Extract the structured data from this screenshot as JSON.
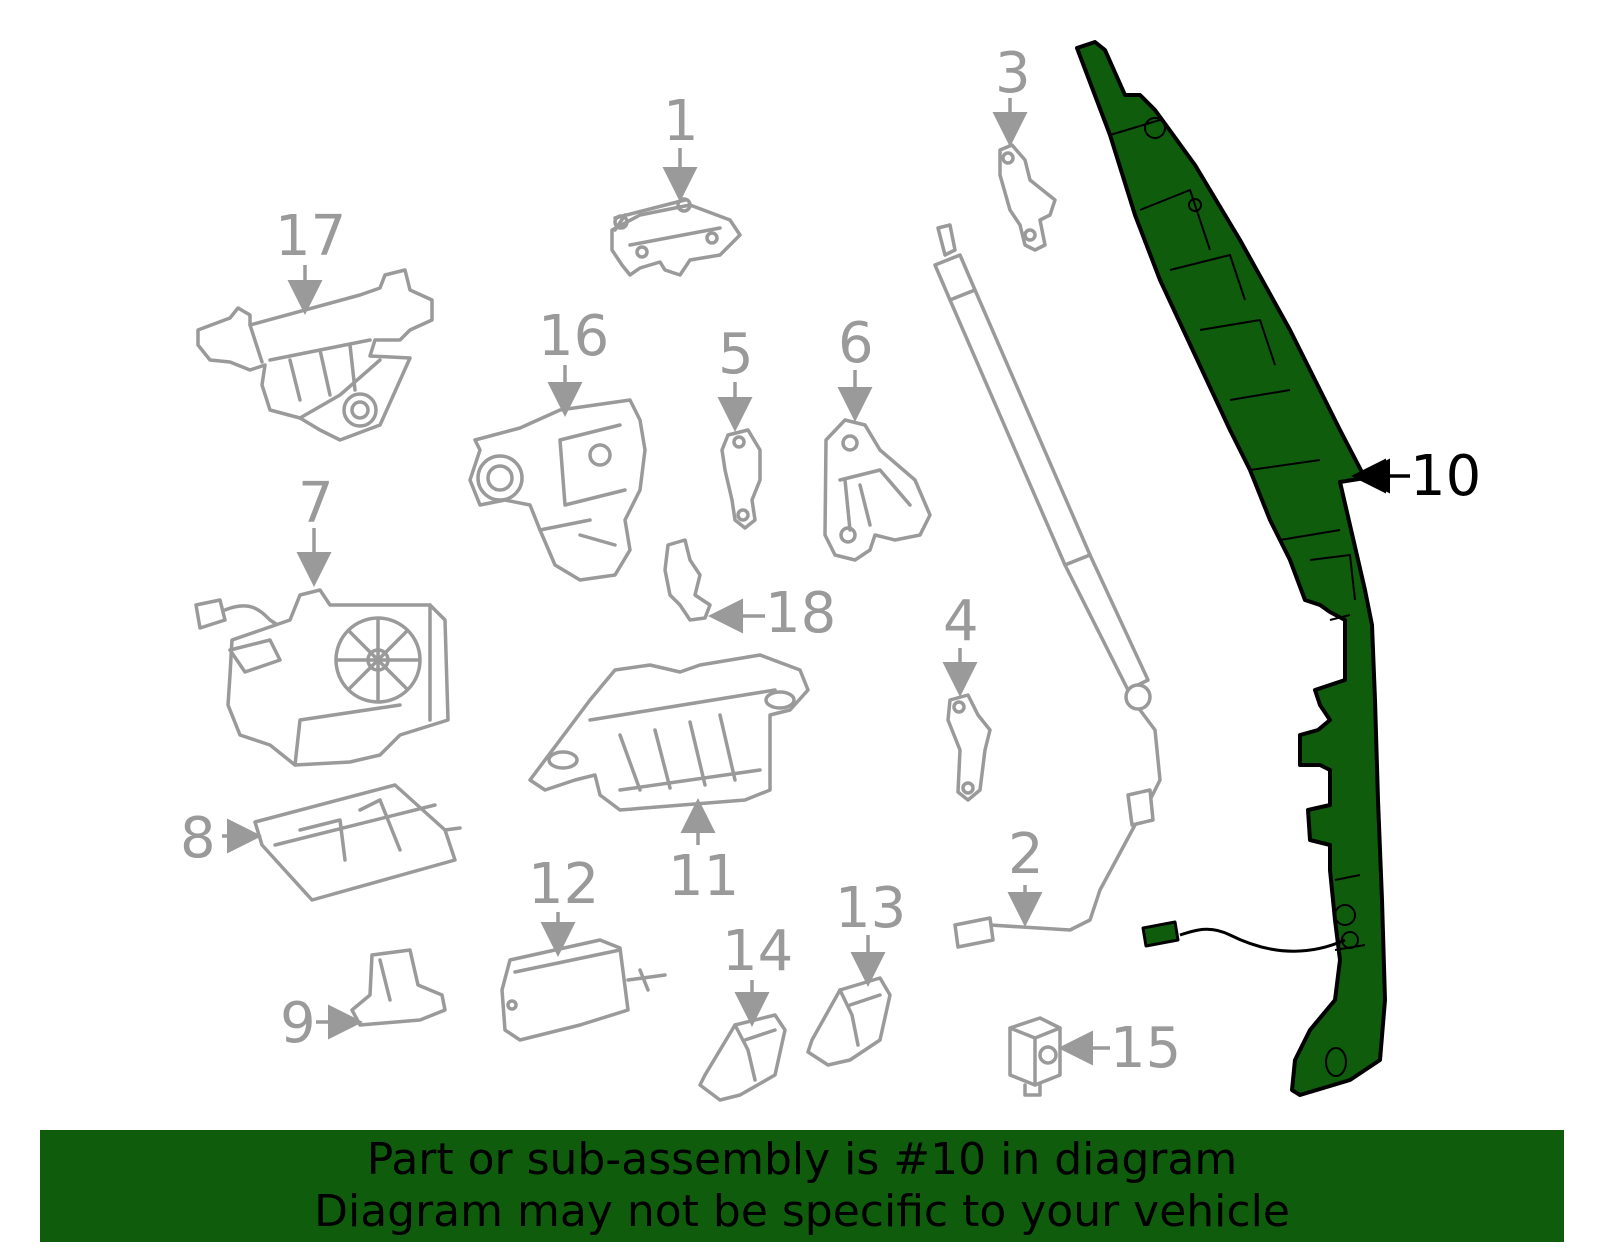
{
  "colors": {
    "highlight": "#0f5c0c",
    "line_gray": "#9a9a9a",
    "text_dark": "#000000"
  },
  "callouts": {
    "c1": "1",
    "c2": "2",
    "c3": "3",
    "c4": "4",
    "c5": "5",
    "c6": "6",
    "c7": "7",
    "c8": "8",
    "c9": "9",
    "c10": "10",
    "c11": "11",
    "c12": "12",
    "c13": "13",
    "c14": "14",
    "c15": "15",
    "c16": "16",
    "c17": "17",
    "c18": "18"
  },
  "highlighted_part": "10",
  "banner": {
    "line1": "Part or sub-assembly is #10 in diagram",
    "line2": "Diagram may not be specific to your vehicle"
  }
}
